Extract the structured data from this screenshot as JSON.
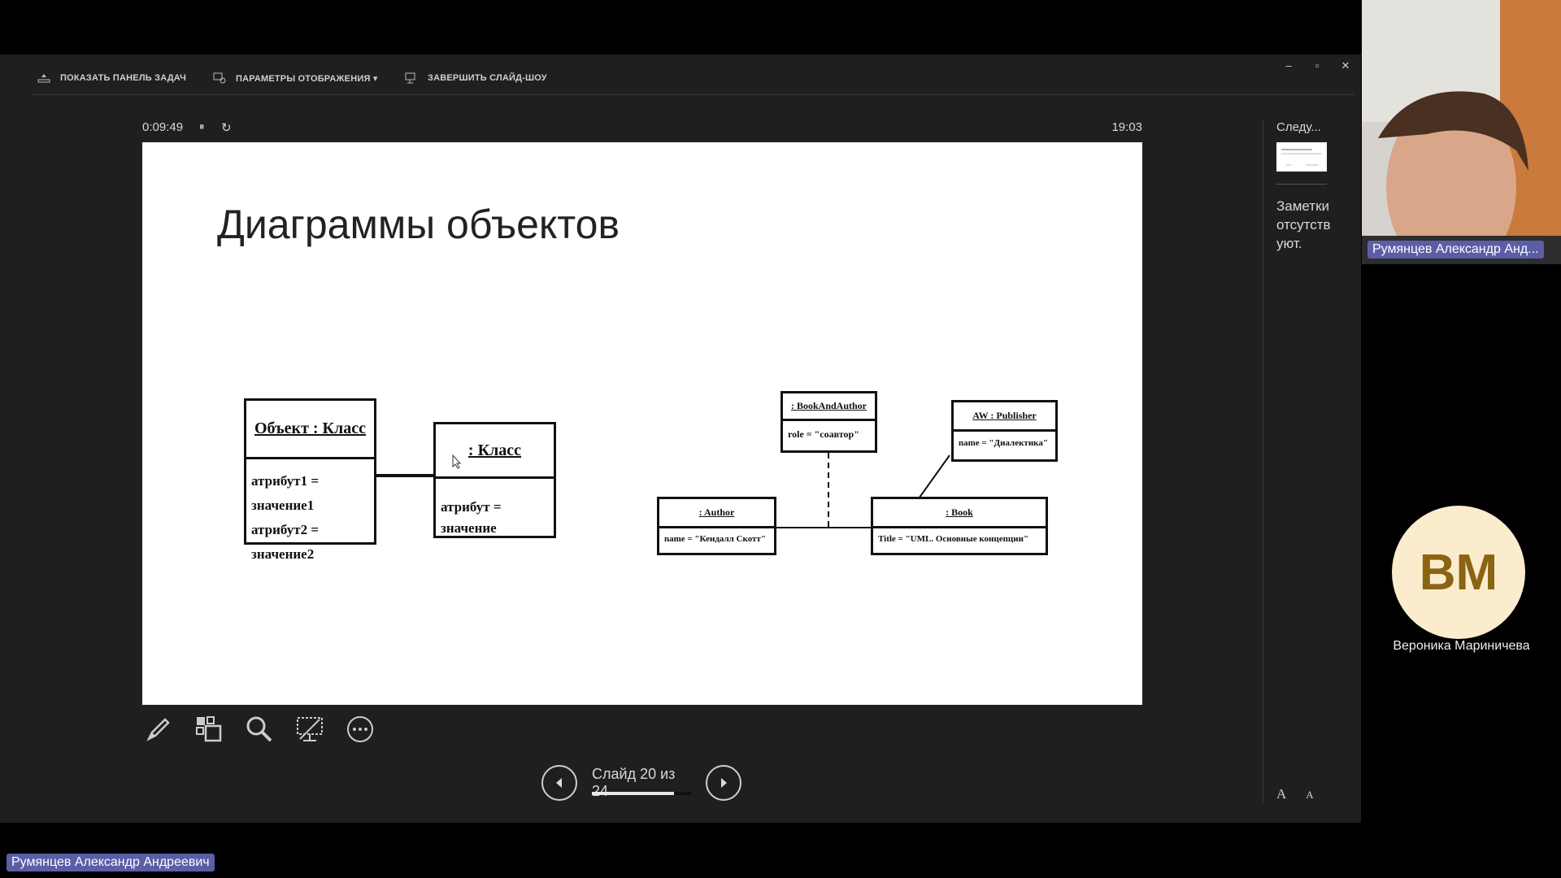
{
  "toolbar": {
    "show_taskbar": "ПОКАЗАТЬ ПАНЕЛЬ ЗАДАЧ",
    "display_settings": "ПАРАМЕТРЫ ОТОБРАЖЕНИЯ ▾",
    "end_show": "ЗАВЕРШИТЬ СЛАЙД-ШОУ",
    "minimize": "–",
    "restore": "▫",
    "close": "✕"
  },
  "timer": {
    "elapsed": "0:09:49",
    "pause": "⏸",
    "reset": "↻",
    "clock": "19:03"
  },
  "slide": {
    "title": "Диаграммы объектов",
    "obj1": {
      "head": "Объект : Класс",
      "lines": [
        "атрибут1 = значение1",
        "атрибут2 = значение2"
      ]
    },
    "obj2": {
      "head": ": Класс",
      "lines": [
        "атрибут = значение"
      ]
    },
    "book_and_author": {
      "head": ": BookAndAuthor",
      "line": "role = \"соавтор\""
    },
    "publisher": {
      "head": "AW : Publisher",
      "line": "name = \"Диалектика\""
    },
    "author": {
      "head": ": Author",
      "line": "name = \"Кендалл Скотт\""
    },
    "book": {
      "head": ": Book",
      "line": "Title = \"UML. Основные концепции\""
    }
  },
  "navigation": {
    "counter": "Слайд 20 из 24",
    "progress": 0.83
  },
  "side": {
    "next_label": "Следу...",
    "notes": "Заметки отсутствуют.",
    "font_up": "A",
    "font_down": "A"
  },
  "participants": {
    "camera_name": "Румянцев Александр Анд...",
    "screen_sharer": "Румянцев Александр Андреевич",
    "avatar_initials": "ВМ",
    "avatar_name": "Вероника Мариничева"
  },
  "colors": {
    "name_tag": "#5b5ea6",
    "avatar_bg": "#fbeccd",
    "avatar_text": "#8a6413"
  }
}
